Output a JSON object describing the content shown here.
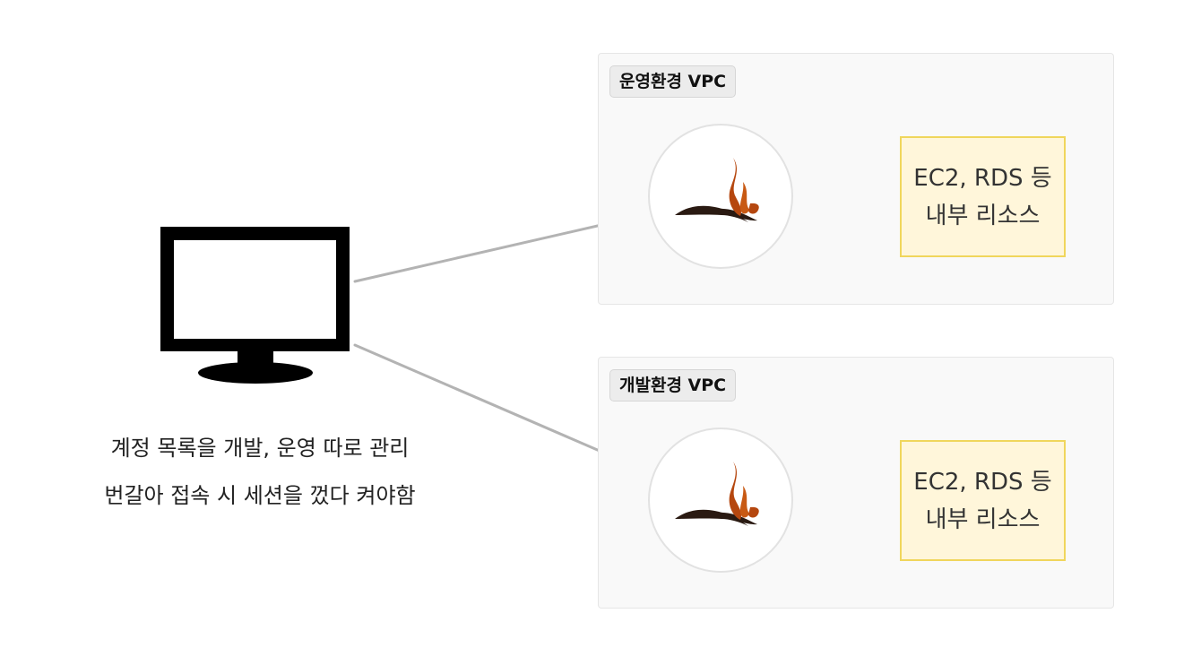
{
  "client": {
    "caption_line1": "계정 목록을 개발, 운영 따로 관리",
    "caption_line2": "번갈아 접속 시 세션을 껐다 켜야함"
  },
  "vpcs": [
    {
      "label": "운영환경 VPC",
      "resource_line1": "EC2, RDS 등",
      "resource_line2": "내부 리소스"
    },
    {
      "label": "개발환경 VPC",
      "resource_line1": "EC2, RDS 등",
      "resource_line2": "내부 리소스"
    }
  ],
  "icons": {
    "client": "monitor-icon",
    "bastion": "bastion-logo-icon"
  },
  "colors": {
    "connector": "#b3b3b3",
    "vpc_background": "#f9f9f9",
    "resource_fill": "#fff6da",
    "resource_border": "#f0d65c",
    "logo_flame": "#b5470f",
    "logo_swoosh": "#2a1a12"
  }
}
